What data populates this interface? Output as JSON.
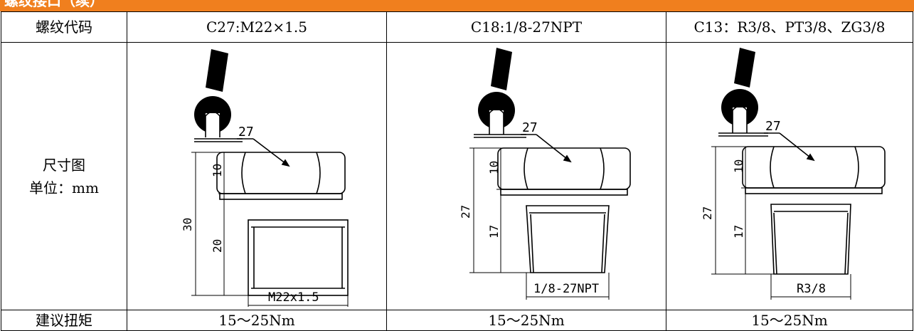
{
  "banner": {
    "title": "螺纹接口（续）",
    "color": "#f07f1e"
  },
  "table": {
    "row_labels": {
      "thread_code": "螺纹代码",
      "dimension_line1": "尺寸图",
      "dimension_line2": "单位：mm",
      "torque": "建议扭矩"
    },
    "columns": [
      {
        "code": "C27:M22×1.5",
        "torque": "15～25Nm",
        "drawing": {
          "wrench_size": "27",
          "hex_height": "10",
          "total_height": "30",
          "thread_length": "20",
          "thread_label": "M22x1.5",
          "taper": false
        }
      },
      {
        "code": "C18:1/8-27NPT",
        "torque": "15～25Nm",
        "drawing": {
          "wrench_size": "27",
          "hex_height": "10",
          "total_height": "27",
          "thread_length": "17",
          "thread_label": "1/8-27NPT",
          "taper": true
        }
      },
      {
        "code": "C13：R3/8、PT3/8、ZG3/8",
        "torque": "15～25Nm",
        "drawing": {
          "wrench_size": "27",
          "hex_height": "10",
          "total_height": "27",
          "thread_length": "17",
          "thread_label": "R3/8",
          "taper": true
        }
      }
    ]
  }
}
